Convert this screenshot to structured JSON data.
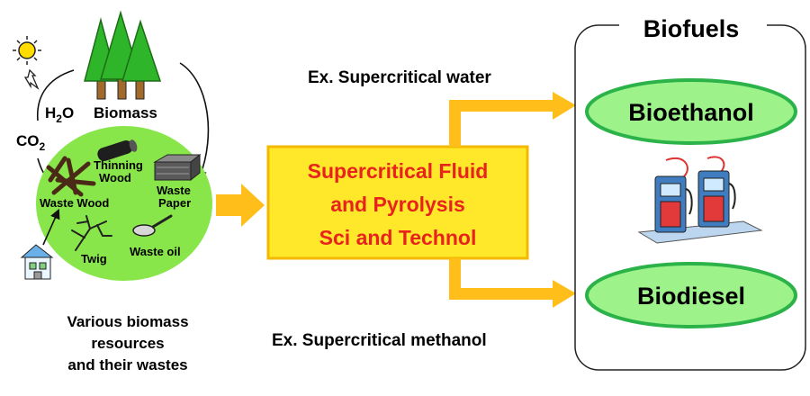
{
  "input": {
    "h2o_base": "H",
    "h2o_sub": "2",
    "h2o_end": "O",
    "biomass": "Biomass",
    "co2_base": "CO",
    "co2_sub": "2",
    "items": {
      "thinning_wood_1": "Thinning",
      "thinning_wood_2": "Wood",
      "waste_paper_1": "Waste",
      "waste_paper_2": "Paper",
      "waste_wood": "Waste Wood",
      "twig": "Twig",
      "waste_oil": "Waste oil"
    },
    "caption": [
      "Various biomass",
      "resources",
      "and their wastes"
    ]
  },
  "process": {
    "lines": [
      "Supercritical Fluid",
      "and Pyrolysis",
      "Sci and Technol"
    ]
  },
  "routes": {
    "upper": "Ex. Supercritical water",
    "lower": "Ex. Supercritical methanol"
  },
  "output": {
    "title": "Biofuels",
    "bioethanol": "Bioethanol",
    "biodiesel": "Biodiesel"
  },
  "colors": {
    "circle_fill": "#88e64a",
    "arrow": "#ffbe1a",
    "process_fill": "#ffe82a",
    "process_border": "#f5b800",
    "process_text": "#e8231d",
    "ellipse_fill": "#9df28a",
    "ellipse_border": "#2bb34a",
    "tree": "#2fb52a",
    "trunk": "#a26a2a"
  }
}
